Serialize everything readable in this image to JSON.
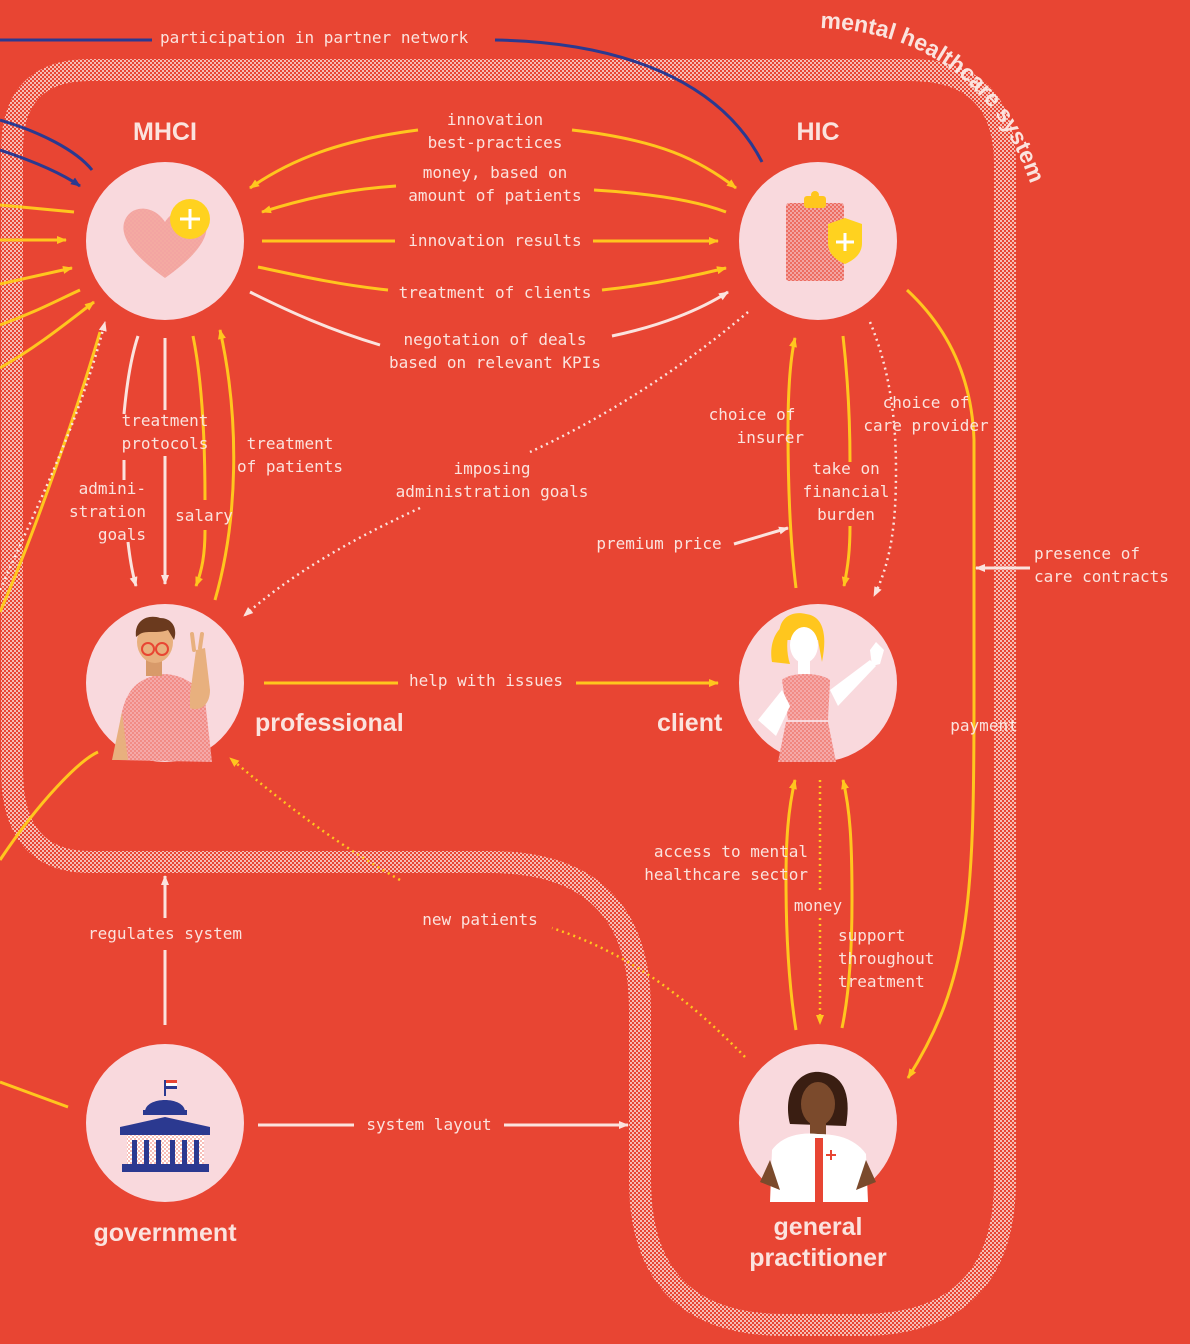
{
  "system_label": "mental healthcare system",
  "actors": {
    "mhci": "MHCI",
    "hic": "HIC",
    "professional": "professional",
    "client": "client",
    "government": "government",
    "gp_line1": "general",
    "gp_line2": "practitioner"
  },
  "flows": {
    "partner_network": "participation in partner network",
    "innovation_l1": "innovation",
    "innovation_l2": "best-practices",
    "money_l1": "money, based on",
    "money_l2": "amount of patients",
    "innovation_results": "innovation results",
    "treatment_clients": "treatment of clients",
    "negotiation_l1": "negotation of deals",
    "negotiation_l2": "based on relevant KPIs",
    "protocols_l1": "treatment",
    "protocols_l2": "protocols",
    "treat_patients_l1": "treatment",
    "treat_patients_l2": "of patients",
    "admin_l1": "admini-",
    "admin_l2": "stration",
    "admin_l3": "goals",
    "salary": "salary",
    "imposing_l1": "imposing",
    "imposing_l2": "administration goals",
    "choice_insurer_l1": "choice of",
    "choice_insurer_l2": "insurer",
    "choice_provider_l1": "choice of",
    "choice_provider_l2": "care provider",
    "financial_l1": "take on",
    "financial_l2": "financial",
    "financial_l3": "burden",
    "premium": "premium price",
    "contracts_l1": "presence of",
    "contracts_l2": "care contracts",
    "help": "help with issues",
    "payment": "payment",
    "access_l1": "access to mental",
    "access_l2": "healthcare sector",
    "money": "money",
    "support_l1": "support",
    "support_l2": "throughout",
    "support_l3": "treatment",
    "new_patients": "new patients",
    "regulates": "regulates system",
    "layout": "system layout"
  },
  "colors": {
    "background": "#E84533",
    "node_fill": "#F9D9DD",
    "yellow_flow": "#FFC61E",
    "white_flow": "#FBE3DE",
    "blue_flow": "#2B3990",
    "text": "#FBE3DE"
  },
  "icons": [
    "heart-plus-icon",
    "clipboard-shield-icon",
    "professional-avatar-icon",
    "client-avatar-icon",
    "gp-avatar-icon",
    "government-building-icon"
  ]
}
